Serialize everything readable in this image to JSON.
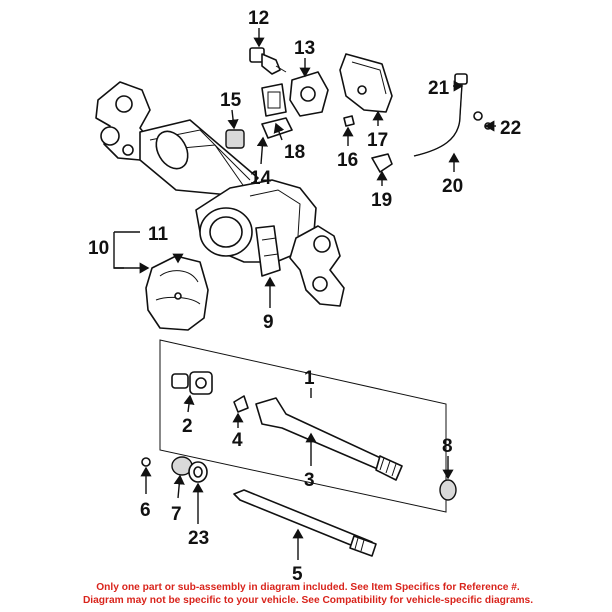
{
  "callouts": [
    "1",
    "2",
    "3",
    "4",
    "5",
    "6",
    "7",
    "8",
    "9",
    "10",
    "11",
    "12",
    "13",
    "14",
    "15",
    "16",
    "17",
    "18",
    "19",
    "20",
    "21",
    "22",
    "23"
  ],
  "footer": {
    "line1": "Only one part or sub-assembly in diagram included. See Item Specifics for Reference #.",
    "line2": "Diagram may not be specific to your vehicle. See Compatibility for vehicle-specific diagrams."
  },
  "colors": {
    "footer_text": "#d9241c",
    "line_art": "#111111"
  }
}
